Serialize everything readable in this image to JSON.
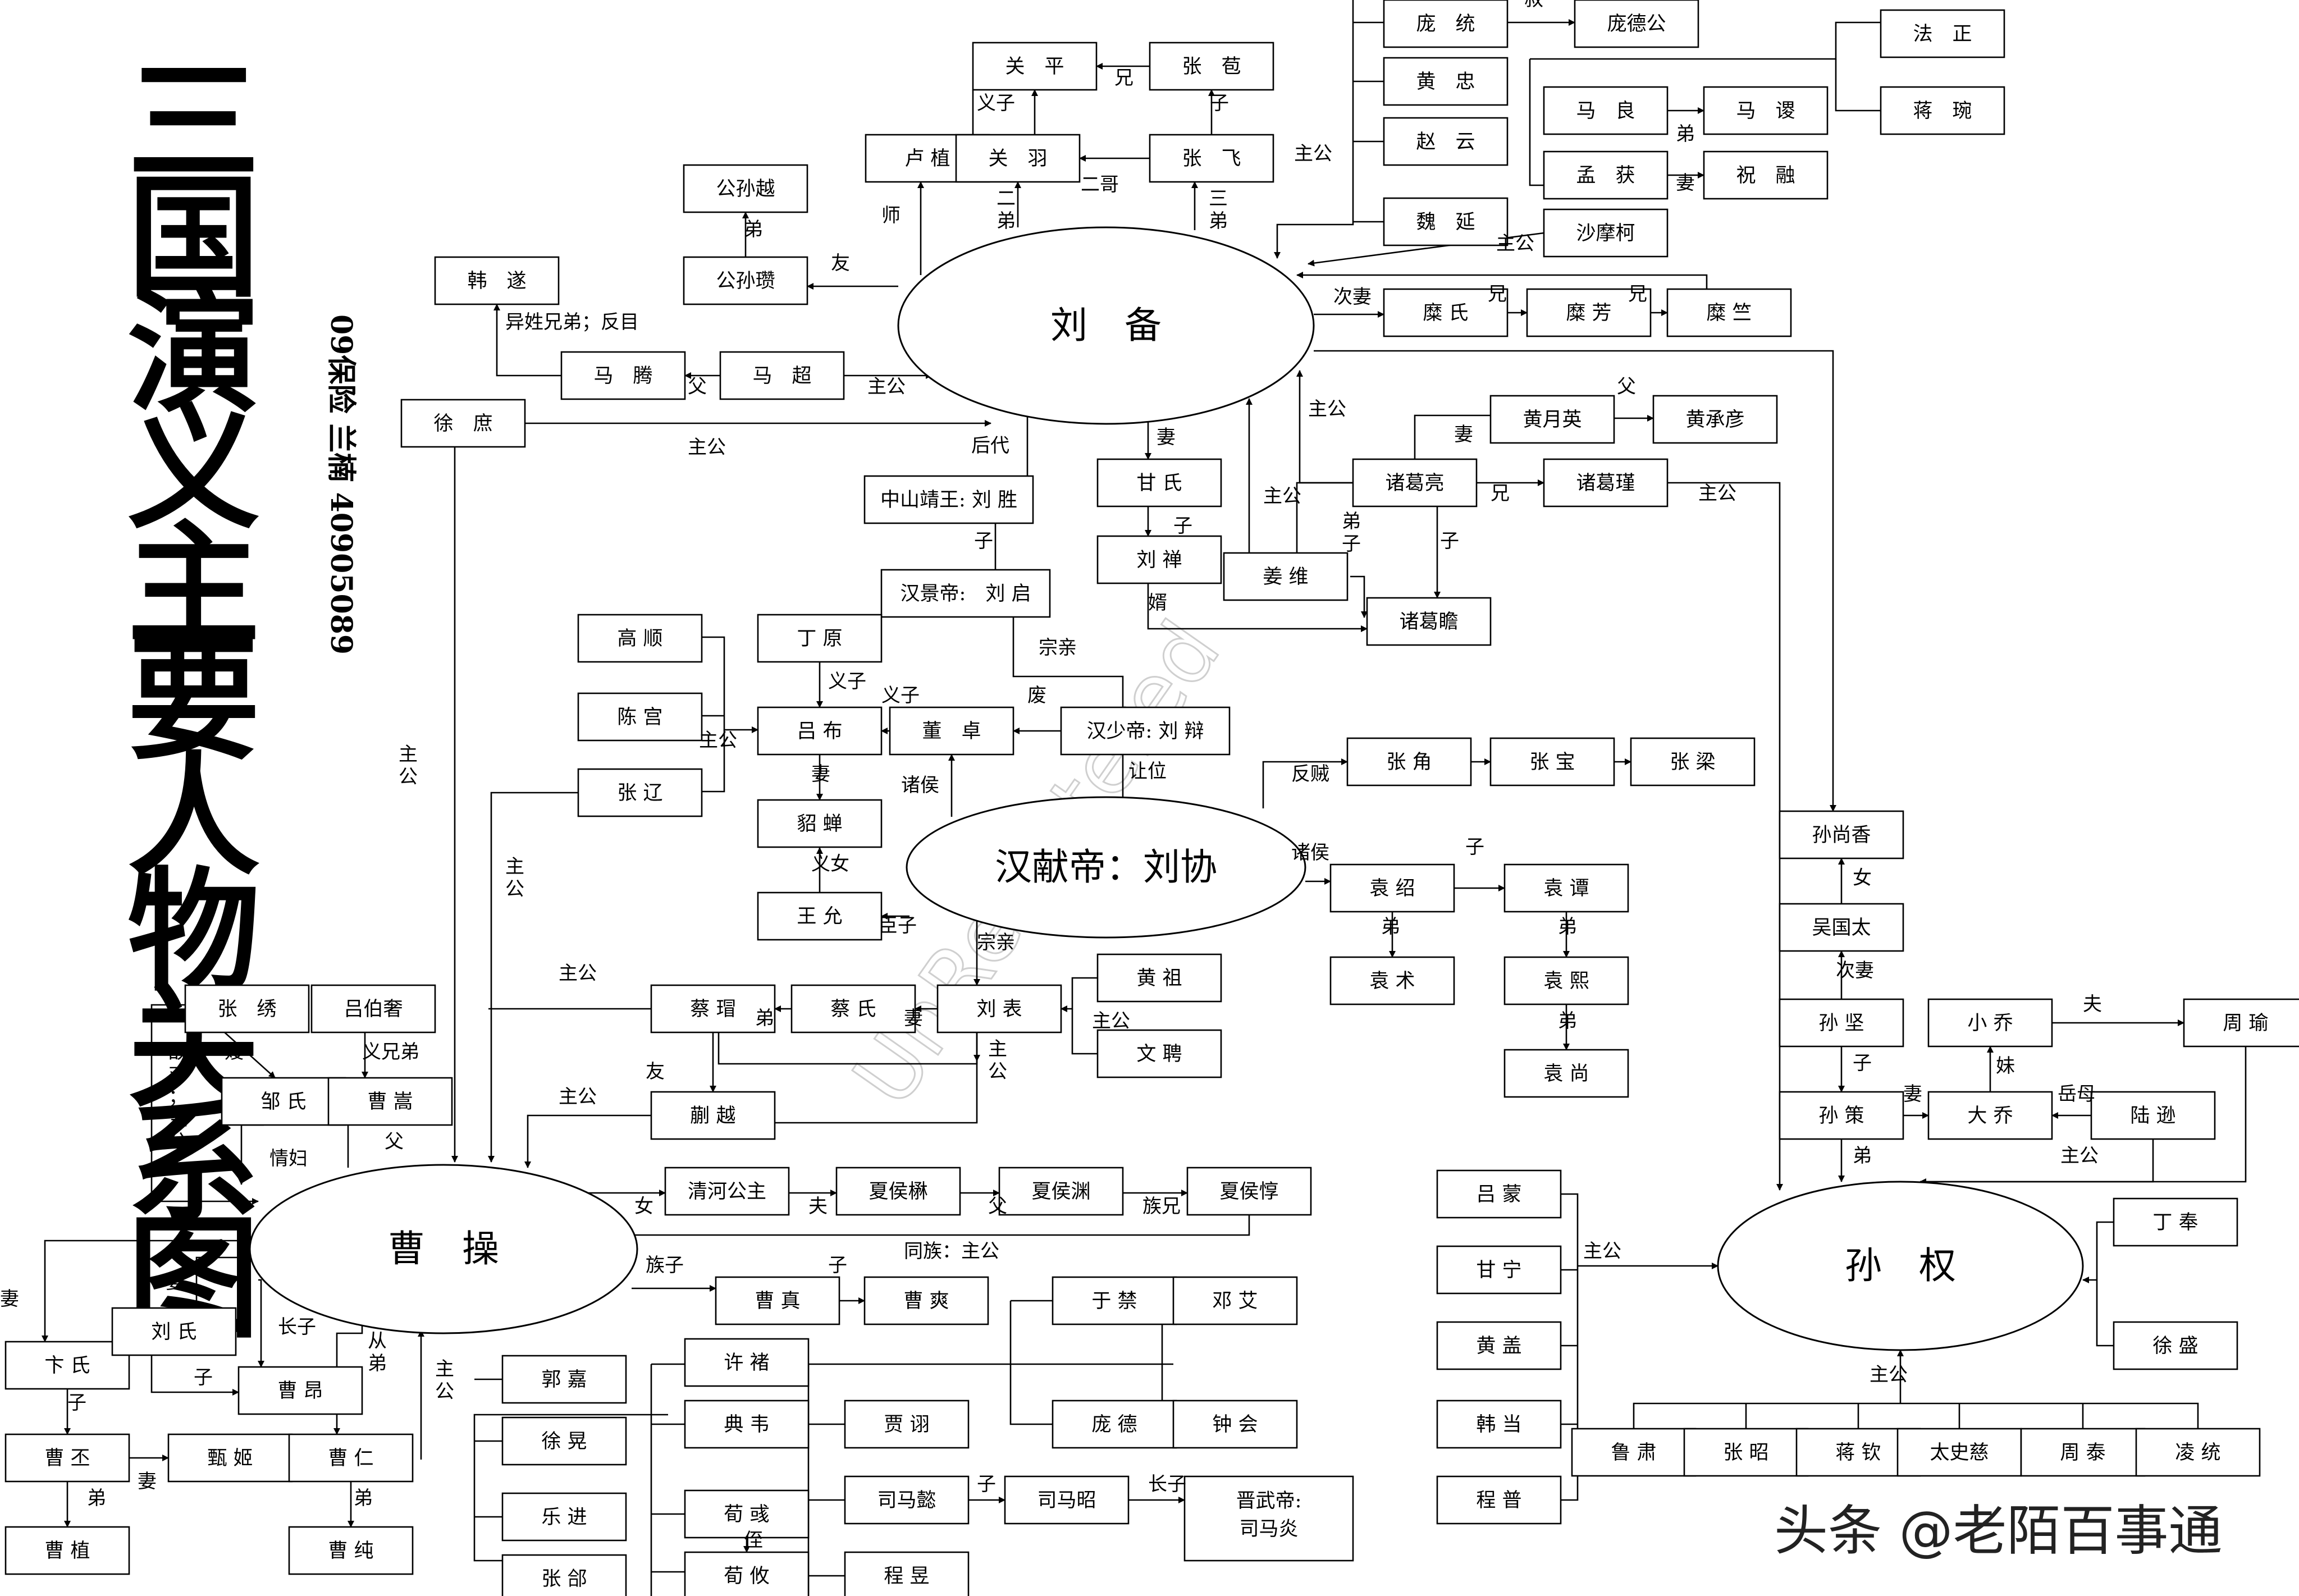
{
  "title": "三国演义主要人物关系图",
  "author": "09保险 兰楠 40905089",
  "watermark": "UnRegistered",
  "credit": "头条 @老陌百事通",
  "centers": {
    "liubei": "刘　备",
    "xiandi": "汉献帝：刘协",
    "caocao": "曹　操",
    "sunquan": "孙　权"
  },
  "nodes": {
    "guanping": "关　平",
    "zhangbao1": "张　苞",
    "lu_zhi": "卢 植",
    "guanyu": "关　羽",
    "zhangfei": "张　飞",
    "gongsunyue": "公孙越",
    "gongsunzan": "公孙瓒",
    "hansui": "韩　遂",
    "mateng": "马　腾",
    "machao": "马　超",
    "xushu": "徐　庶",
    "pangtong": "庞　统",
    "pangdegong": "庞德公",
    "huangzhong": "黄　忠",
    "zhaoyun": "赵　云",
    "weiyan": "魏　延",
    "maliang": "马　良",
    "masu": "马　谡",
    "menghuo": "孟　获",
    "zhurong": "祝　融",
    "shamoke": "沙摩柯",
    "fazheng": "法　正",
    "jiangwan": "蒋　琬",
    "mishi": "糜 氏",
    "mifang": "糜 芳",
    "mizhu": "糜 竺",
    "huangyueying": "黄月英",
    "huangchengyan": "黄承彦",
    "zhugeliang": "诸葛亮",
    "zhugejin": "诸葛瑾",
    "jiangwei": "姜 维",
    "zhugezhan": "诸葛瞻",
    "ganshi": "甘 氏",
    "liushan": "刘 禅",
    "liusheng": "中山靖王: 刘 胜",
    "liuqi": "汉景帝:　刘 启",
    "gaoshun": "高 顺",
    "chengong": "陈 宫",
    "zhangliao": "张 辽",
    "dingyuan": "丁 原",
    "lvbu": "吕 布",
    "dongzhuo": "董　卓",
    "shaodi": "汉少帝: 刘 辩",
    "diaochan": "貂 蝉",
    "wangyun": "王 允",
    "zhangjiao": "张 角",
    "zhangbao2": "张 宝",
    "zhangliang": "张 梁",
    "yuanshao": "袁 绍",
    "yuantan": "袁 谭",
    "yuanshu": "袁 术",
    "yuanxi": "袁 熙",
    "yuanshang": "袁 尚",
    "zhangxiu": "张　绣",
    "lvboshe": "吕伯奢",
    "zoushi": "邹 氏",
    "caosong": "曹 嵩",
    "caimao": "蔡 瑁",
    "caishi": "蔡 氏",
    "liubiao": "刘 表",
    "huangzu": "黄 祖",
    "wenpin": "文 聘",
    "kuaiyue": "蒯 越",
    "qinghe": "清河公主",
    "xiahoumao": "夏侯楙",
    "xiahouyuan": "夏侯渊",
    "xiahoudun": "夏侯惇",
    "caozhen": "曹 真",
    "caoshuang": "曹 爽",
    "bianshi": "卞 氏",
    "liushi": "刘 氏",
    "caoang": "曹 昂",
    "caopi": "曹 丕",
    "zhenji": "甄 姬",
    "caoren": "曹 仁",
    "caozhi": "曹 植",
    "caochun": "曹 纯",
    "guojia": "郭 嘉",
    "xuhuang": "徐 晃",
    "yuejin": "乐 进",
    "zhanghe": "张 郃",
    "xuchu": "许 褚",
    "dianwei": "典 韦",
    "xunyu": "荀 彧",
    "xunyou": "荀 攸",
    "jiaxu": "贾 诩",
    "simayi": "司马懿",
    "simazhao": "司马昭",
    "jinwudi": "晋武帝:\n司马炎",
    "chengyu": "程 昱",
    "yujin": "于 禁",
    "pangde": "庞 德",
    "dengai": "邓 艾",
    "zhonghui": "钟 会",
    "sunshangxiang": "孙尚香",
    "wuguotai": "吴国太",
    "sunjian": "孙 坚",
    "sunce": "孙 策",
    "xiaoqiao": "小 乔",
    "zhouyu": "周 瑜",
    "daqiao": "大 乔",
    "luxun": "陆 逊",
    "lvmeng": "吕 蒙",
    "ganning": "甘 宁",
    "huanggai": "黄 盖",
    "handang": "韩 当",
    "chengpu": "程 普",
    "dingfeng": "丁 奉",
    "xusheng": "徐 盛",
    "lusu": "鲁 肃",
    "zhangzhao": "张 昭",
    "jiangqin": "蒋 钦",
    "taishici": "太史慈",
    "zhoutai": "周 泰",
    "lingtong": "凌 统"
  },
  "labels": {
    "yizi": "义子",
    "xiong": "兄",
    "zi": "子",
    "erge": "二哥",
    "erdi": "二\n弟",
    "sandi": "三\n弟",
    "shi": "师",
    "di": "弟",
    "you": "友",
    "yixing": "异姓兄弟；反目",
    "fu": "父",
    "zhugong": "主公",
    "houdai": "后代",
    "shu": "叔",
    "cidqi": "次妻",
    "qi": "妻",
    "dizi": "弟\n子",
    "xu": "婿",
    "zongqin": "宗亲",
    "fei": "废",
    "chongzhu": "主\n公",
    "zhuhou": "诸侯",
    "yinv": "义女",
    "chenzi": "臣子",
    "fanzei": "反贼",
    "jiwei": "让位",
    "sao": "嫂",
    "diduizhugong": "敌\n对\n；\n主\n公",
    "yixiongdi": "义兄弟",
    "qingfu": "情妇",
    "nv": "女",
    "fu2": "夫",
    "zuxiong": "族兄",
    "zuzi": "族子",
    "tongzu": "同族：主公",
    "zhangzi": "长子",
    "cong": "从\n弟",
    "zhi": "侄",
    "mei": "妹",
    "yuemu": "岳母",
    "cihfu": "次妻"
  }
}
